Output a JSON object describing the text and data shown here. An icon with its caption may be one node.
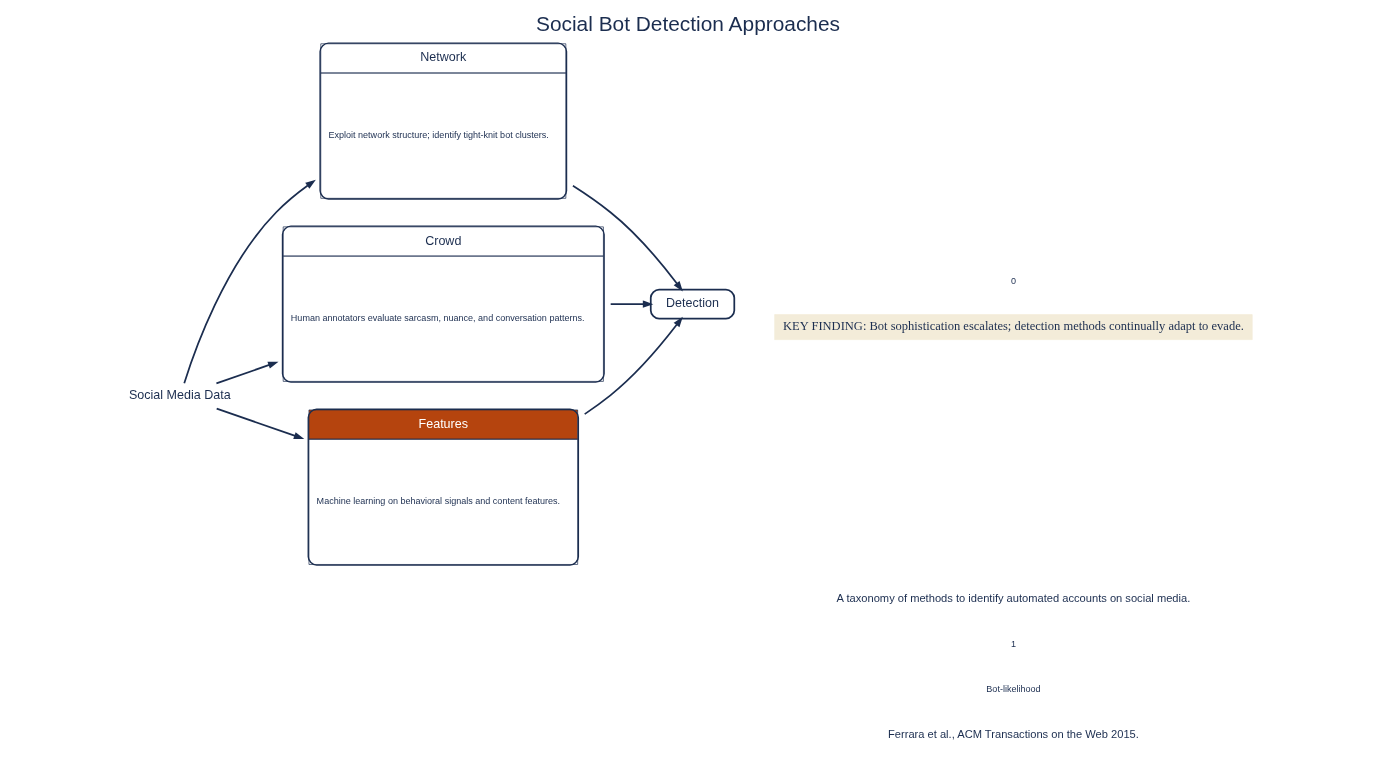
{
  "diagram": {
    "title": "Social Bot Detection Approaches",
    "caption": "KEY FINDING: Bot sophistication escalates; detection methods continually adapt to evade.",
    "nodes": [
      {
        "text": [
          "Social Media Data"
        ]
      },
      {
        "text": [
          "Network",
          "Exploit network structure; identify tight-knit bot clusters."
        ]
      },
      {
        "text": [
          "Crowd",
          "Human annotators evaluate sarcasm, nuance, and conversation patterns."
        ]
      },
      {
        "text": [
          "Features",
          "Machine learning on behavioral signals and content features."
        ]
      },
      {
        "text": [
          "Detection"
        ]
      }
    ],
    "edges": [
      {
        "from": 0,
        "to": 1,
        "arrow": "to"
      },
      {
        "from": 0,
        "to": 2,
        "arrow": "to"
      },
      {
        "from": 0,
        "to": 3,
        "arrow": "to"
      },
      {
        "from": 1,
        "to": 4,
        "arrow": "to"
      },
      {
        "from": 2,
        "to": 4,
        "arrow": "to"
      },
      {
        "from": 3,
        "to": 4,
        "arrow": "to"
      }
    ],
    "labels": [
      "A taxonomy of methods to identify automated accounts on social media.",
      "Ferrara et al., ACM Transactions on the Web 2015.",
      "0",
      "1",
      "Bot-likelihood"
    ]
  }
}
